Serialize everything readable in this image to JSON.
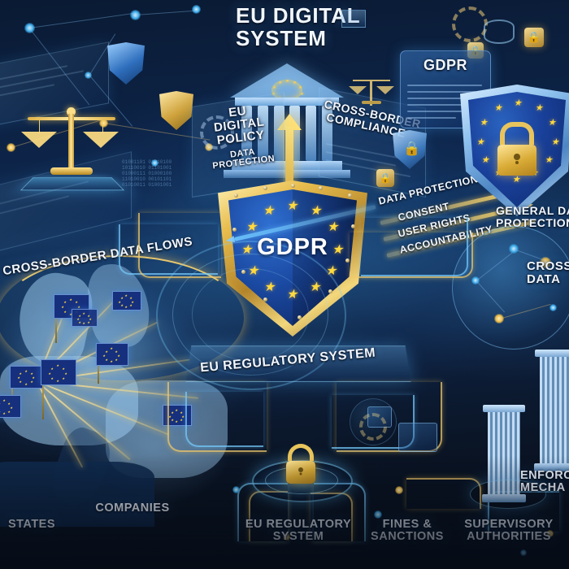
{
  "meta": {
    "title": "EU Digital System — GDPR Infographic",
    "palette": {
      "background_deep": "#07101e",
      "background_mid": "#123057",
      "accent_blue": "#6ec8ff",
      "accent_gold": "#ffd66e",
      "shield_blue": "#1b4aa3",
      "star_gold": "#ffd93f",
      "text_white": "#f2f7ff"
    }
  },
  "header": {
    "title_line1": "EU DIGITAL",
    "title_line2": "SYSTEM"
  },
  "central": {
    "shield_label": "GDPR",
    "star_count": 12
  },
  "left_panel": {
    "line1": "EU",
    "line2": "DIGITAL",
    "line3": "POLICY",
    "line4": "DATA",
    "line5": "PROTECTION"
  },
  "right_panel": {
    "line1": "CROSS-BORDER",
    "line2": "COMPLIANCE"
  },
  "doc_card": {
    "title": "GDPR"
  },
  "arrow_labels": [
    {
      "text": "DATA PROTECTION",
      "direction": "left",
      "color": "blue"
    },
    {
      "text": "CONSENT",
      "direction": "right",
      "color": "gold"
    },
    {
      "text": "USER RIGHTS",
      "direction": "right",
      "color": "gold"
    },
    {
      "text": "ACCOUNTABILITY",
      "direction": "right",
      "color": "gold"
    }
  ],
  "right_shield": {
    "icon": "padlock-icon",
    "caption_line1": "GENERAL DATA",
    "caption_line2": "PROTECTION"
  },
  "map": {
    "arc_label": "CROSS-BORDER DATA FLOWS",
    "flag_count": 7,
    "flow_count": 8
  },
  "banner": {
    "label": "EU REGULATORY SYSTEM"
  },
  "right_globe": {
    "line1": "CROSS-BORDER",
    "line2": "DATA"
  },
  "bottom_labels": [
    {
      "id": "member-states",
      "text": "STATES"
    },
    {
      "id": "companies",
      "text": "COMPANIES"
    },
    {
      "id": "eu-regulatory-system",
      "line1": "EU REGULATORY",
      "line2": "SYSTEM"
    },
    {
      "id": "fines-sanctions",
      "line1": "FINES &",
      "line2": "SANCTIONS"
    },
    {
      "id": "supervisory-authorities",
      "line1": "SUPERVISORY",
      "line2": "AUTHORITIES"
    },
    {
      "id": "enforcement-mechanisms",
      "line1": "ENFORCE",
      "line2": "MECHA"
    }
  ],
  "icons": {
    "scales": "scales-of-justice-icon",
    "temple": "classical-temple-icon",
    "padlock": "padlock-icon",
    "gear": "gear-icon",
    "database": "database-icon",
    "shield": "shield-icon",
    "globe": "network-globe-icon",
    "column": "classical-column-icon"
  },
  "binary_stream": "01001101 01010100\n10110010 01101001\n01000111 01000100\n11010010 00101101\n01010011 01001001"
}
